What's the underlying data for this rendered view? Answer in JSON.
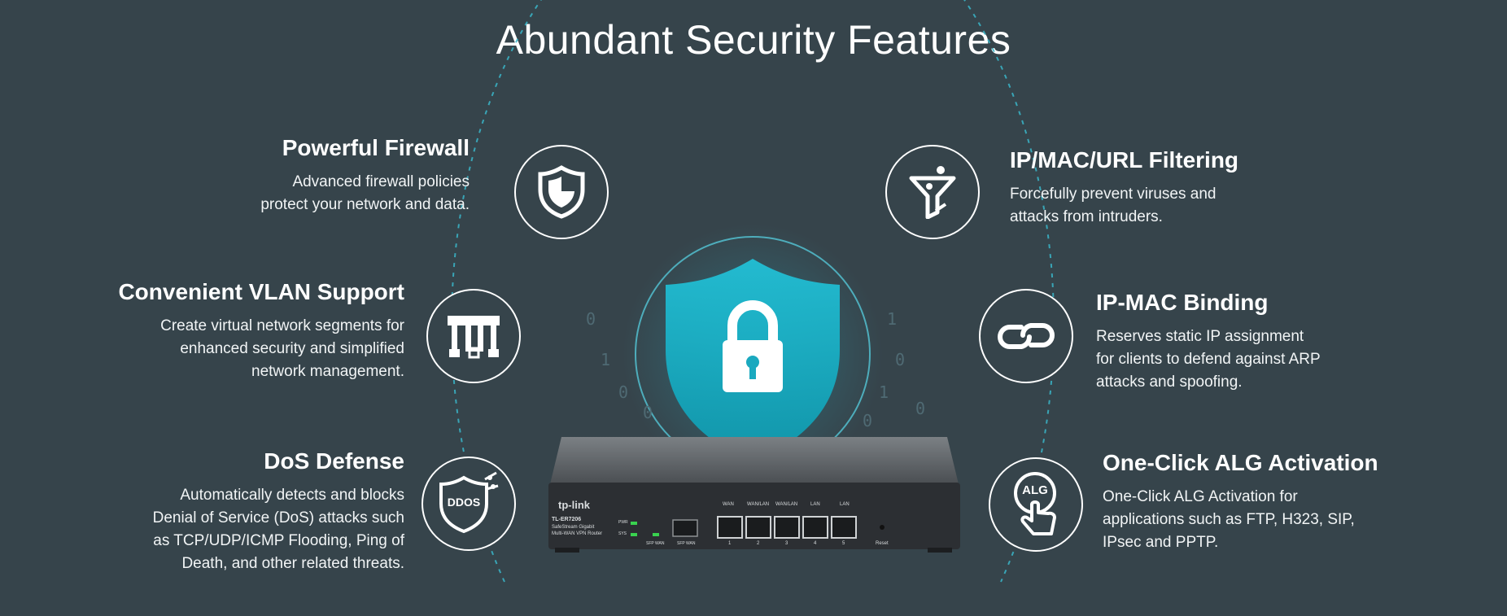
{
  "title": "Abundant Security Features",
  "features": {
    "firewall": {
      "title": "Powerful Firewall",
      "desc_lines": [
        "Advanced firewall policies",
        "protect your network and data."
      ],
      "icon": "shield-icon"
    },
    "vlan": {
      "title": "Convenient VLAN Support",
      "desc_lines": [
        "Create virtual network segments for",
        "enhanced security and simplified",
        "network management."
      ],
      "icon": "network-tree-icon"
    },
    "dos": {
      "title": "DoS Defense",
      "desc_lines": [
        "Automatically detects and blocks",
        "Denial of Service (DoS) attacks such",
        "as TCP/UDP/ICMP Flooding, Ping of",
        "Death, and other related threats."
      ],
      "icon": "ddos-shield-icon",
      "icon_label": "DDOS"
    },
    "filtering": {
      "title": "IP/MAC/URL Filtering",
      "desc_lines": [
        "Forcefully prevent viruses and",
        "attacks from intruders."
      ],
      "icon": "filter-funnel-icon"
    },
    "binding": {
      "title": "IP-MAC Binding",
      "desc_lines": [
        "Reserves static IP assignment",
        "for clients to defend against ARP",
        "attacks and spoofing."
      ],
      "icon": "chain-link-icon"
    },
    "alg": {
      "title": "One-Click ALG Activation",
      "desc_lines": [
        "One-Click ALG Activation for",
        "applications such as FTP, H323, SIP,",
        "IPsec and PPTP."
      ],
      "icon": "alg-hand-icon",
      "icon_label": "ALG"
    }
  },
  "router": {
    "brand": "tp-link",
    "model": "TL-ER7206",
    "desc_line1": "SafeStream Gigabit",
    "desc_line2": "Multi-WAN VPN Router",
    "led_pwr": "PWR",
    "led_sys": "SYS",
    "sfp_label": "SFP WAN",
    "sfp_port_label": "SFP WAN",
    "port_top_labels": [
      "WAN",
      "WAN/LAN",
      "WAN/LAN",
      "LAN",
      "LAN"
    ],
    "port_numbers": [
      "1",
      "2",
      "3",
      "4",
      "5"
    ],
    "reset_label": "Reset",
    "center_icon": "lock-icon"
  },
  "colors": {
    "background": "#36444b",
    "shield_fill": "#1fb3c8",
    "glow": "#47d3e6",
    "orbit": "#39b6c9"
  }
}
